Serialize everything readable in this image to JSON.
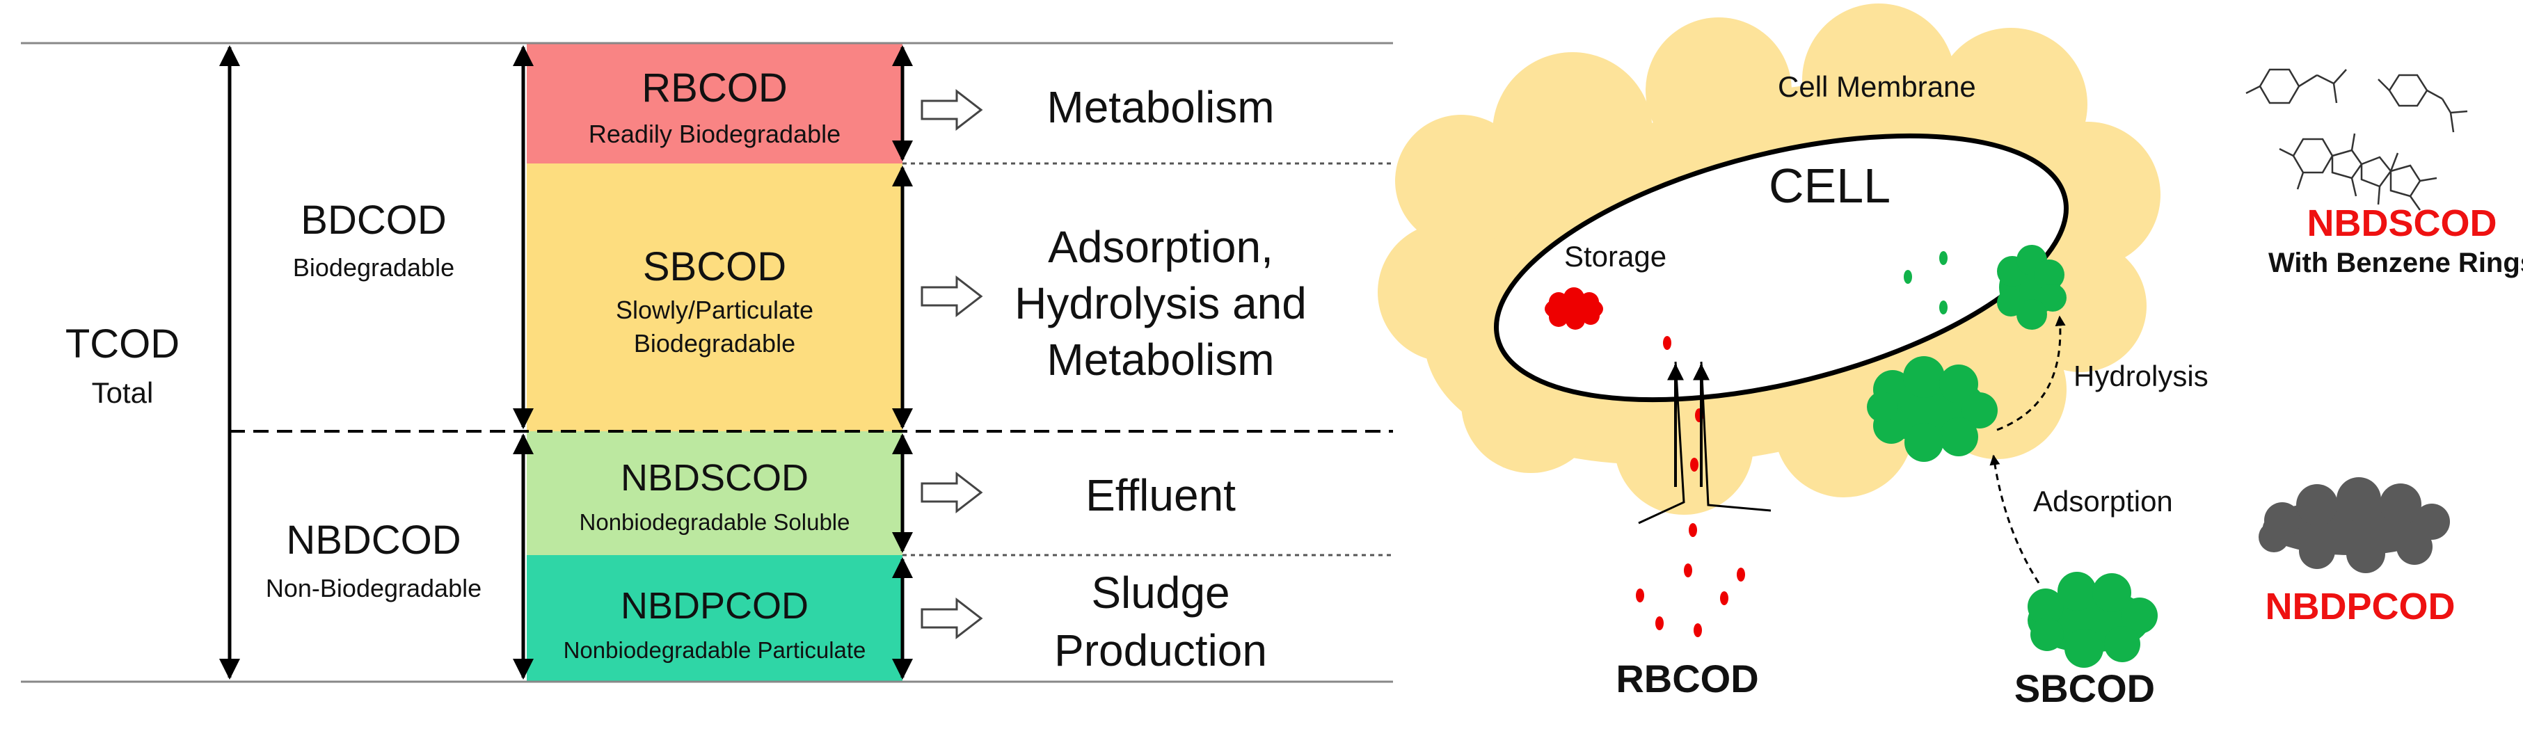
{
  "left": {
    "tcod": {
      "name": "TCOD",
      "desc": "Total"
    },
    "bdcod": {
      "name": "BDCOD",
      "desc": "Biodegradable"
    },
    "nbdcod": {
      "name": "NBDCOD",
      "desc": "Non-Biodegradable"
    },
    "fractions": [
      {
        "name": "RBCOD",
        "desc": "Readily Biodegradable",
        "color": "#f98484",
        "fate": "Metabolism"
      },
      {
        "name": "SBCOD",
        "desc_line1": "Slowly/Particulate",
        "desc_line2": "Biodegradable",
        "color": "#fddd7f",
        "fate_line1": "Adsorption,",
        "fate_line2": "Hydrolysis and",
        "fate_line3": "Metabolism"
      },
      {
        "name": "NBDSCOD",
        "desc": "Nonbiodegradable Soluble",
        "color": "#bce8a0",
        "fate": "Effluent"
      },
      {
        "name": "NBDPCOD",
        "desc": "Nonbiodegradable  Particulate",
        "color": "#2fd6a6",
        "fate_line1": "Sludge",
        "fate_line2": "Production"
      }
    ]
  },
  "right": {
    "membrane_label": "Cell Membrane",
    "cell_label": "CELL",
    "storage_label": "Storage",
    "hydrolysis_label": "Hydrolysis",
    "adsorption_label": "Adsorption",
    "rbcod_label": "RBCOD",
    "sbcod_label": "SBCOD",
    "nbdscod_label": "NBDSCOD",
    "nbdscod_sub": "With Benzene Rings",
    "nbdpcod_label": "NBDPCOD",
    "colors": {
      "membrane": "#fde39a",
      "storage": "#ee0000",
      "sbcod": "#11b34a",
      "nbdpcod": "#5a5a5a",
      "label_red": "#ee1111"
    }
  }
}
